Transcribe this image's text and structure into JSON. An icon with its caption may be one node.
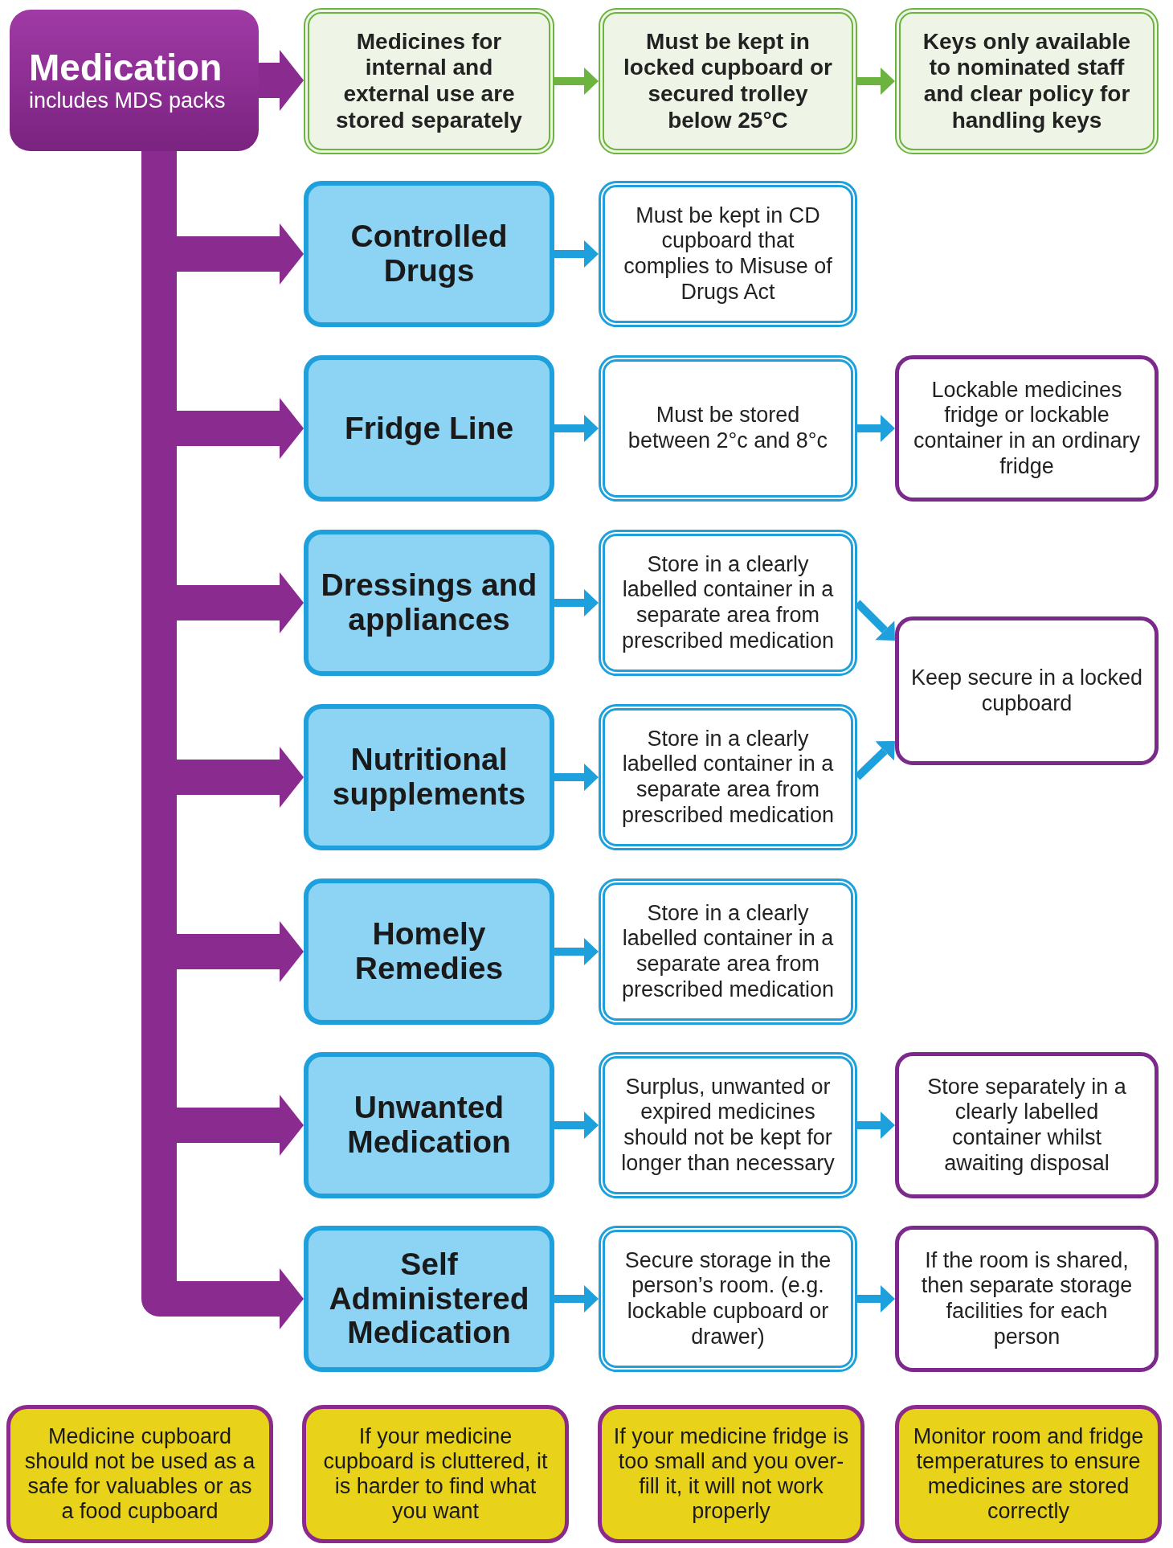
{
  "diagram": {
    "nodes": [
      {
        "text": [
          "Medication",
          "includes MDS packs"
        ]
      },
      {
        "text": [
          "Medicines for internal and external use are stored separately"
        ]
      },
      {
        "text": [
          "Must be kept in locked cupboard or secured trolley below 25°C"
        ]
      },
      {
        "text": [
          "Keys only available to nominated staff and clear policy for handling keys"
        ]
      },
      {
        "text": [
          "Controlled Drugs"
        ]
      },
      {
        "text": [
          "Must be kept in CD cupboard that complies to Misuse of Drugs Act"
        ]
      },
      {
        "text": [
          "Fridge Line"
        ]
      },
      {
        "text": [
          "Must be stored between 2°c and 8°c"
        ]
      },
      {
        "text": [
          "Lockable medicines fridge or lockable container in an ordinary fridge"
        ]
      },
      {
        "text": [
          "Dressings and appliances"
        ]
      },
      {
        "text": [
          "Store in a clearly labelled container in a separate area from prescribed medication"
        ]
      },
      {
        "text": [
          "Keep secure in a locked cupboard"
        ]
      },
      {
        "text": [
          "Nutritional supplements"
        ]
      },
      {
        "text": [
          "Store in a clearly labelled container in a separate area from prescribed medication"
        ]
      },
      {
        "text": [
          "Homely Remedies"
        ]
      },
      {
        "text": [
          "Store in a clearly labelled container in a separate area from prescribed medication"
        ]
      },
      {
        "text": [
          "Unwanted Medication"
        ]
      },
      {
        "text": [
          "Surplus, unwanted or expired medicines should not be kept for longer than necessary"
        ]
      },
      {
        "text": [
          "Store separately in a clearly labelled container whilst awaiting disposal"
        ]
      },
      {
        "text": [
          "Self Administered Medication"
        ]
      },
      {
        "text": [
          "Secure storage in the person’s room. (e.g. lockable cupboard or drawer)"
        ]
      },
      {
        "text": [
          "If the room is shared, then separate storage facilities for each person"
        ]
      },
      {
        "text": [
          "Medicine cupboard should not be used as a safe for valuables or as a food cupboard"
        ]
      },
      {
        "text": [
          "If your medicine cupboard is cluttered, it is harder to find what you want"
        ]
      },
      {
        "text": [
          "If your medicine fridge is too small and you over-fill it, it will not work properly"
        ]
      },
      {
        "text": [
          "Monitor room and fridge temperatures to ensure medicines are stored correctly"
        ]
      }
    ],
    "edges": [
      {
        "from": 0,
        "to": 1,
        "arrow": "to",
        "style": "thick",
        "color": "#8a2b8f"
      },
      {
        "from": 1,
        "to": 2,
        "arrow": "to",
        "color": "#6db33f"
      },
      {
        "from": 2,
        "to": 3,
        "arrow": "to",
        "color": "#6db33f"
      },
      {
        "from": 0,
        "to": 4,
        "arrow": "to",
        "style": "thick",
        "color": "#8a2b8f"
      },
      {
        "from": 0,
        "to": 6,
        "arrow": "to",
        "style": "thick",
        "color": "#8a2b8f"
      },
      {
        "from": 0,
        "to": 9,
        "arrow": "to",
        "style": "thick",
        "color": "#8a2b8f"
      },
      {
        "from": 0,
        "to": 12,
        "arrow": "to",
        "style": "thick",
        "color": "#8a2b8f"
      },
      {
        "from": 0,
        "to": 14,
        "arrow": "to",
        "style": "thick",
        "color": "#8a2b8f"
      },
      {
        "from": 0,
        "to": 16,
        "arrow": "to",
        "style": "thick",
        "color": "#8a2b8f"
      },
      {
        "from": 0,
        "to": 19,
        "arrow": "to",
        "style": "thick",
        "color": "#8a2b8f"
      },
      {
        "from": 4,
        "to": 5,
        "arrow": "to"
      },
      {
        "from": 6,
        "to": 7,
        "arrow": "to"
      },
      {
        "from": 7,
        "to": 8,
        "arrow": "to"
      },
      {
        "from": 9,
        "to": 10,
        "arrow": "to"
      },
      {
        "from": 10,
        "to": 11,
        "arrow": "to"
      },
      {
        "from": 12,
        "to": 13,
        "arrow": "to"
      },
      {
        "from": 13,
        "to": 11,
        "arrow": "to"
      },
      {
        "from": 14,
        "to": 15,
        "arrow": "to"
      },
      {
        "from": 16,
        "to": 17,
        "arrow": "to"
      },
      {
        "from": 17,
        "to": 18,
        "arrow": "to"
      },
      {
        "from": 19,
        "to": 20,
        "arrow": "to"
      },
      {
        "from": 20,
        "to": 21,
        "arrow": "to"
      }
    ]
  }
}
